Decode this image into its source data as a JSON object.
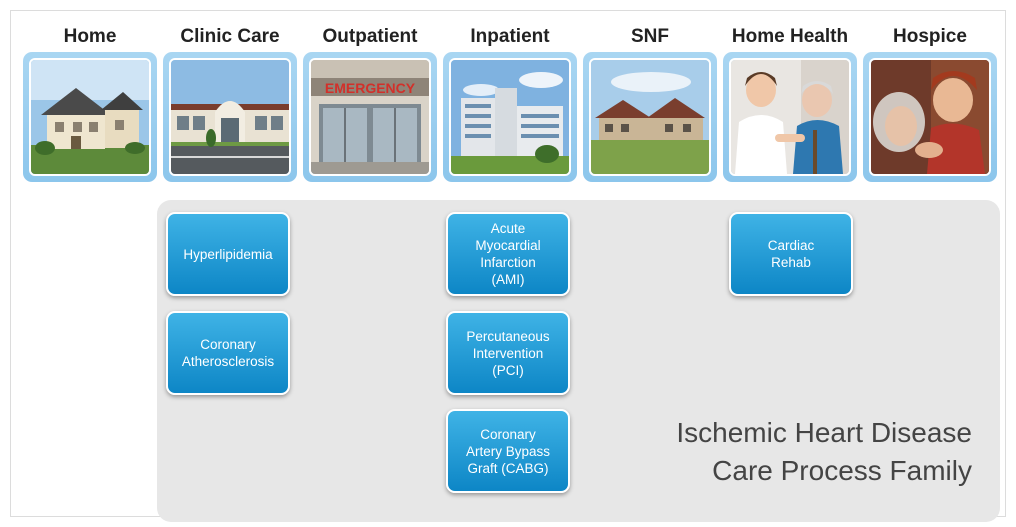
{
  "columns": [
    {
      "title": "Home",
      "image": "house-photo"
    },
    {
      "title": "Clinic Care",
      "image": "clinic-building-photo"
    },
    {
      "title": "Outpatient",
      "image": "emergency-entrance-photo"
    },
    {
      "title": "Inpatient",
      "image": "hospital-building-photo"
    },
    {
      "title": "SNF",
      "image": "nursing-facility-photo"
    },
    {
      "title": "Home Health",
      "image": "nurse-with-patient-photo"
    },
    {
      "title": "Hospice",
      "image": "caregiver-embrace-photo"
    }
  ],
  "emergency_sign": "EMERGENCY",
  "processes": {
    "clinic_care": [
      "Hyperlipidemia",
      "Coronary\nAtherosclerosis"
    ],
    "inpatient": [
      "Acute\nMyocardial\nInfarction\n(AMI)",
      "Percutaneous\nIntervention\n(PCI)",
      "Coronary\nArtery Bypass\nGraft (CABG)"
    ],
    "home_health": [
      "Cardiac\nRehab"
    ]
  },
  "family_title": {
    "line1": "Ischemic Heart Disease",
    "line2": "Care Process Family"
  },
  "colors": {
    "process_box_top": "#3fb3e6",
    "process_box_bottom": "#0d86c6",
    "tile_frame": "#9ccff0",
    "panel": "#e7e7e7"
  }
}
